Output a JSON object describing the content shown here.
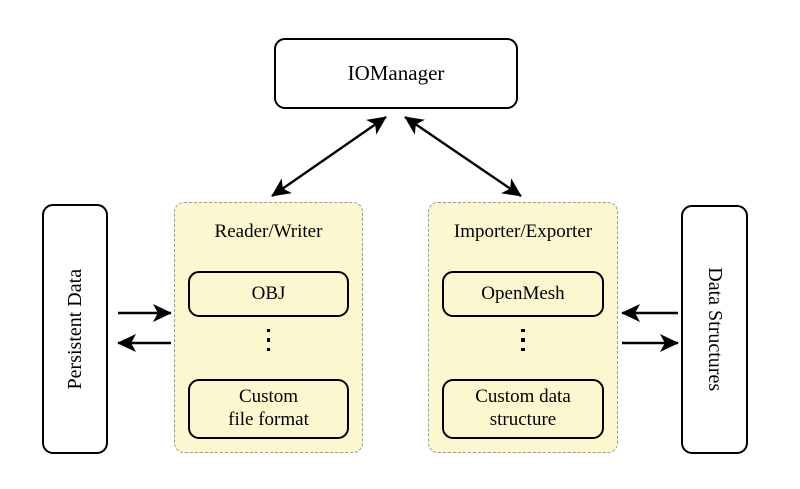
{
  "diagram": {
    "title_node": {
      "label": "IOManager"
    },
    "left_store": {
      "label": "Persistent Data"
    },
    "right_store": {
      "label": "Data Structures"
    },
    "groups": [
      {
        "title": "Reader/Writer",
        "items": [
          "OBJ",
          "Custom\nfile format"
        ],
        "ellipsis": "vertical-dots"
      },
      {
        "title": "Importer/Exporter",
        "items": [
          "OpenMesh",
          "Custom data\nstructure"
        ],
        "ellipsis": "vertical-dots"
      }
    ],
    "connections": [
      {
        "name": "manager-to-reader-writer",
        "kind": "double-arrow"
      },
      {
        "name": "manager-to-importer-exporter",
        "kind": "double-arrow"
      },
      {
        "name": "persistent-data-to-reader-writer",
        "kind": "arrow-right"
      },
      {
        "name": "reader-writer-to-persistent-data",
        "kind": "arrow-left"
      },
      {
        "name": "data-structures-to-importer-exporter",
        "kind": "arrow-left"
      },
      {
        "name": "importer-exporter-to-data-structures",
        "kind": "arrow-right"
      }
    ],
    "colors": {
      "panel_fill": "#fbf8cf",
      "panel_border": "#9a9a9a",
      "node_border": "#000000",
      "background": "#ffffff"
    }
  }
}
